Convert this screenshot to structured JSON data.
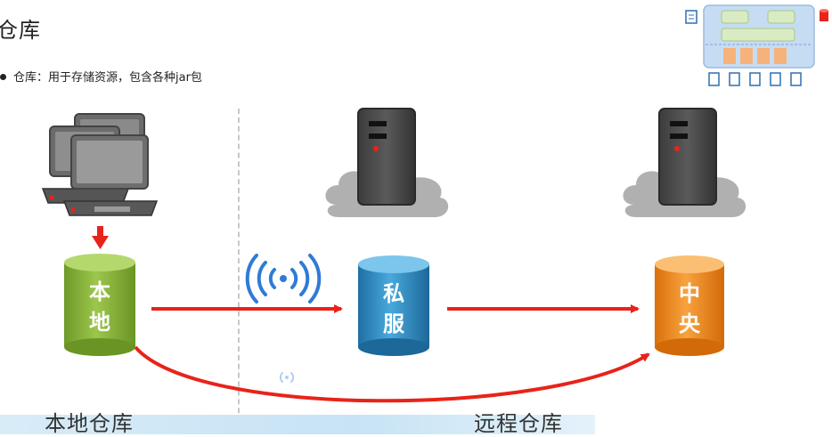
{
  "title": "仓库",
  "bullet": "仓库：用于存储资源，包含各种jar包",
  "nodes": {
    "local": {
      "line1": "本",
      "line2": "地"
    },
    "private": {
      "line1": "私",
      "line2": "服"
    },
    "central": {
      "line1": "中",
      "line2": "央"
    }
  },
  "footer": {
    "local": "本地仓库",
    "remote": "远程仓库"
  },
  "colors": {
    "local": "#8ab33f",
    "private": "#2e8fc4",
    "central": "#f08a1a",
    "arrow": "#e8231a",
    "server": "#4a4a4a",
    "cloud": "#b0b0b0",
    "wifi": "#2f7bd6"
  },
  "icons": [
    "computer-icon",
    "server-icon",
    "cloud-icon",
    "wifi-icon",
    "document-icon",
    "database-icon"
  ]
}
